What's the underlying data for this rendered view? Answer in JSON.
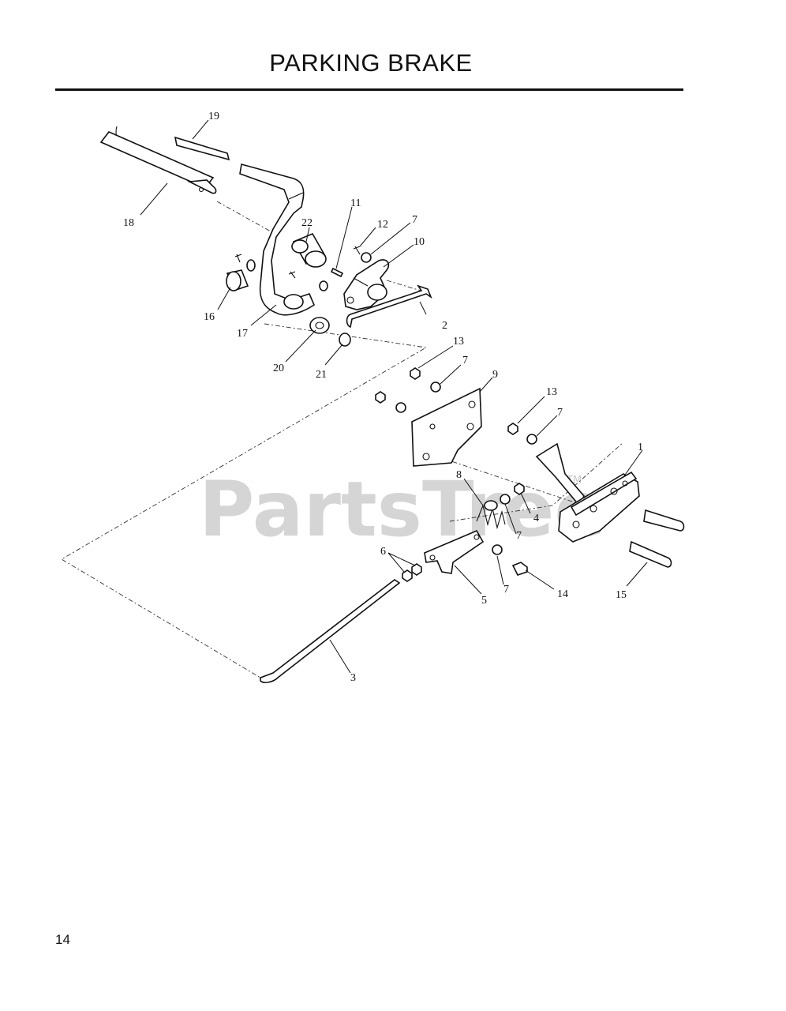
{
  "title": "PARKING BRAKE",
  "page_number": "14",
  "watermark": {
    "text": "PartsTree",
    "tm": "TM"
  },
  "callouts": {
    "c1": "1",
    "c2": "2",
    "c3": "3",
    "c4": "4",
    "c5": "5",
    "c6": "6",
    "c7a": "7",
    "c7b": "7",
    "c7c": "7",
    "c7d": "7",
    "c7e": "7",
    "c8": "8",
    "c9": "9",
    "c10": "10",
    "c11": "11",
    "c12": "12",
    "c13a": "13",
    "c13b": "13",
    "c14": "14",
    "c15": "15",
    "c16": "16",
    "c17": "17",
    "c18": "18",
    "c19": "19",
    "c20": "20",
    "c21": "21",
    "c22": "22"
  }
}
